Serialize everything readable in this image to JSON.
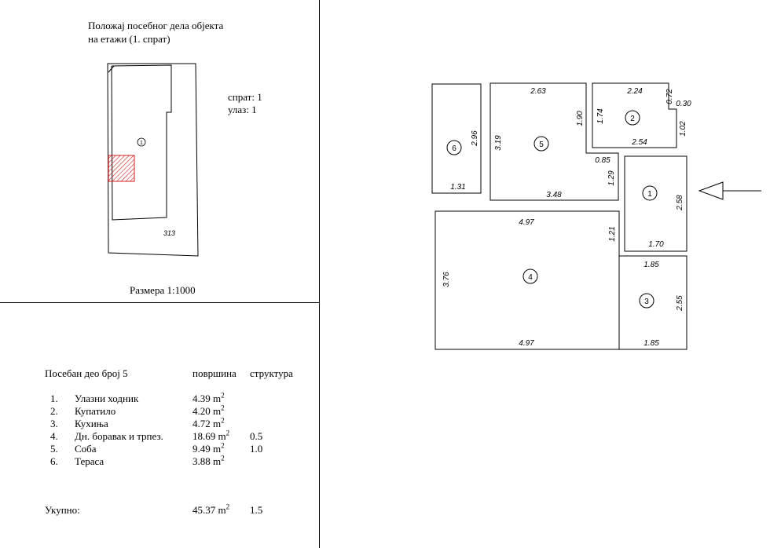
{
  "situation": {
    "title_line1": "Положај посебног дела објекта",
    "title_line2": "на етажи (1. спрат)",
    "floor_label": "спрат: 1",
    "entrance_label": "улаз: 1",
    "parcel_number": "313",
    "object_marker": "1",
    "scale": "Размера 1:1000"
  },
  "table": {
    "header_part": "Посебан део број  5",
    "header_area": "површина",
    "header_structure": "структура",
    "rows": [
      {
        "num": "1.",
        "name": "Улазни ходник",
        "area": "4.39 m",
        "structure": ""
      },
      {
        "num": "2.",
        "name": "Купатило",
        "area": "4.20 m",
        "structure": ""
      },
      {
        "num": "3.",
        "name": "Кухиња",
        "area": "4.72 m",
        "structure": ""
      },
      {
        "num": "4.",
        "name": "Дн. боравак и трпез.",
        "area": "18.69 m",
        "structure": "0.5"
      },
      {
        "num": "5.",
        "name": "Соба",
        "area": "9.49 m",
        "structure": "1.0"
      },
      {
        "num": "6.",
        "name": "Тераса",
        "area": "3.88 m",
        "structure": ""
      }
    ],
    "area_exponent": "2",
    "total_label": "Укупно:",
    "total_area": "45.37 m",
    "total_structure": "1.5"
  },
  "plan": {
    "rooms": {
      "r1": "1",
      "r2": "2",
      "r3": "3",
      "r4": "4",
      "r5": "5",
      "r6": "6"
    },
    "dims": {
      "r6_h": "2.96",
      "r6_w": "1.31",
      "r5_top": "2.63",
      "r5_left": "3.19",
      "r5_right": "1.90",
      "r5_bottom": "3.48",
      "r5_notch_w": "0.85",
      "r5_notch_h": "1.29",
      "r2_top": "2.24",
      "r2_left": "1.74",
      "r2_bottom": "2.54",
      "r2_right": "1.02",
      "r2_notch_a": "0.72",
      "r2_notch_b": "0.30",
      "r1_right": "2.58",
      "r1_bottom": "1.70",
      "r4_top": "4.97",
      "r4_left": "3.76",
      "r4_right": "1.21",
      "r4_bottom": "4.97",
      "r3_top": "1.85",
      "r3_right": "2.55",
      "r3_bottom": "1.85"
    }
  }
}
